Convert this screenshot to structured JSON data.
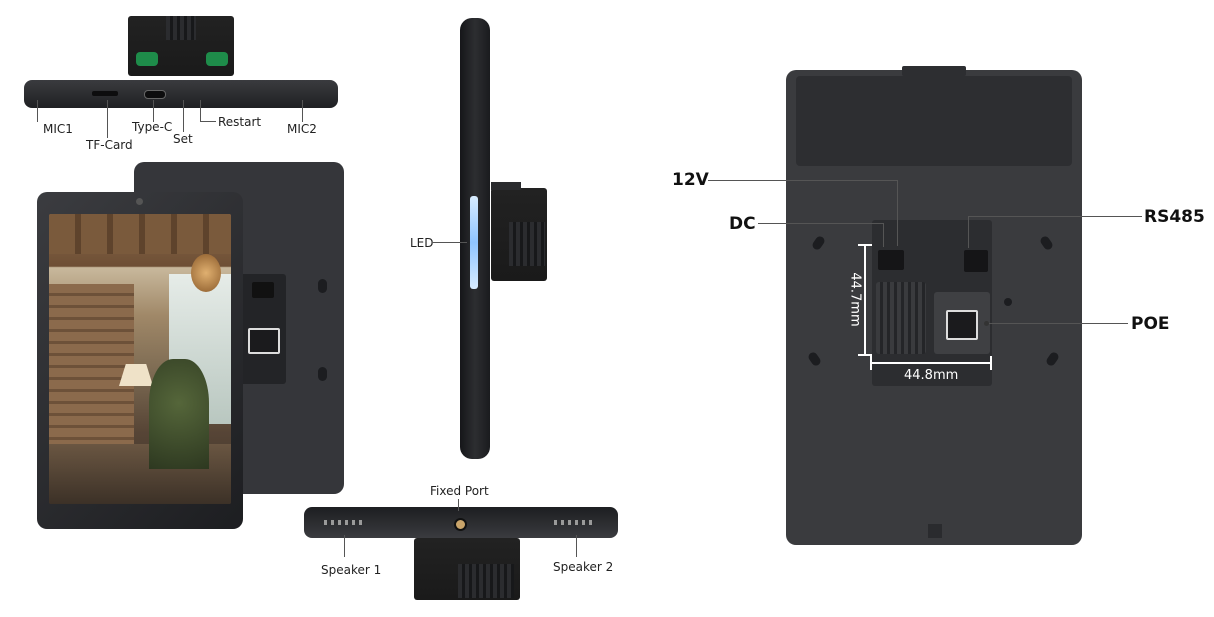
{
  "top_view_labels": {
    "mic1": "MIC1",
    "tf_card": "TF-Card",
    "type_c": "Type-C",
    "set": "Set",
    "restart": "Restart",
    "mic2": "MIC2"
  },
  "side_view_labels": {
    "led": "LED"
  },
  "bottom_view_labels": {
    "fixed_port": "Fixed Port",
    "speaker1": "Speaker 1",
    "speaker2": "Speaker 2"
  },
  "back_view_labels": {
    "v12": "12V",
    "dc": "DC",
    "rs485": "RS485",
    "poe": "POE",
    "height_dim": "44.7mm",
    "width_dim": "44.8mm"
  },
  "colors": {
    "device_body": "#2a2b2e",
    "terminal_green": "#1e8c4a",
    "led_blue": "#8fc4ff",
    "background": "#ffffff"
  }
}
